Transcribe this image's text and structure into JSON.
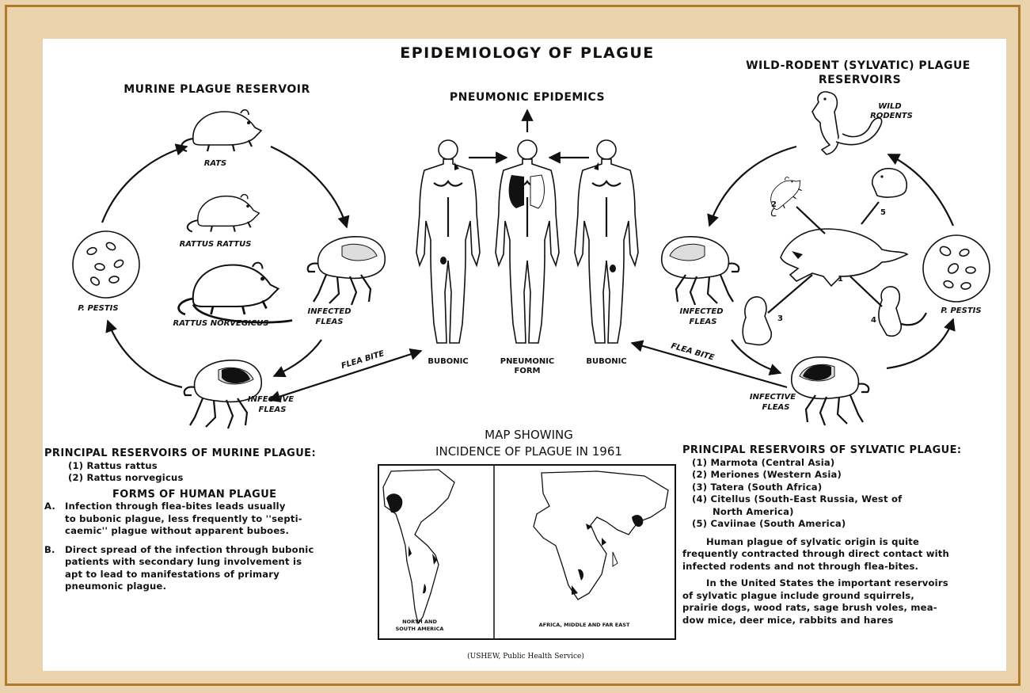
{
  "title": "EPIDEMIOLOGY OF PLAGUE",
  "left": {
    "heading": "MURINE PLAGUE RESERVOIR",
    "labels": {
      "rats": "RATS",
      "rattus_rattus": "RATTUS RATTUS",
      "rattus_norvegicus": "RATTUS NORVEGICUS",
      "p_pestis": "P. PESTIS",
      "infected_fleas": [
        "INFECTED",
        "FLEAS"
      ],
      "infective_fleas": [
        "INFECTIVE",
        "FLEAS"
      ],
      "flea_bite": "FLEA BITE"
    }
  },
  "center": {
    "heading": "PNEUMONIC EPIDEMICS",
    "figures": [
      "BUBONIC",
      "PNEUMONIC FORM",
      "BUBONIC"
    ],
    "figure_lines": [
      [
        "BUBONIC"
      ],
      [
        "PNEUMONIC",
        "FORM"
      ],
      [
        "BUBONIC"
      ]
    ]
  },
  "right": {
    "heading": [
      "WILD-RODENT (SYLVATIC) PLAGUE",
      "RESERVOIRS"
    ],
    "labels": {
      "wild_rodents": [
        "WILD",
        "RODENTS"
      ],
      "p_pestis": "P. PESTIS",
      "infected_fleas": [
        "INFECTED",
        "FLEAS"
      ],
      "infective_fleas": [
        "INFECTIVE",
        "FLEAS"
      ],
      "flea_bite": "FLEA BITE",
      "numbers": [
        "1",
        "2",
        "3",
        "4",
        "5"
      ]
    }
  },
  "murine_text": {
    "heading": "PRINCIPAL RESERVOIRS OF MURINE PLAGUE:",
    "reservoirs": [
      "(1) Rattus rattus",
      "(2) Rattus norvegicus"
    ],
    "forms_heading": "FORMS OF HUMAN PLAGUE",
    "form_a_letter": "A.",
    "form_a_lines": [
      "Infection through flea-bites leads usually",
      "to bubonic plague, less frequently to ''septi-",
      "caemic'' plague without apparent buboes."
    ],
    "form_b_letter": "B.",
    "form_b_lines": [
      "Direct spread of the infection through bubonic",
      "patients with secondary lung involvement is",
      "apt to lead to manifestations of primary",
      "pneumonic plague."
    ]
  },
  "map": {
    "title_lines": [
      "MAP SHOWING",
      "INCIDENCE OF PLAGUE IN 1961"
    ],
    "left_label": [
      "NORTH AND",
      "SOUTH AMERICA"
    ],
    "right_label": "AFRICA, MIDDLE AND FAR EAST",
    "caption": "(USHEW, Public Health Service)"
  },
  "sylvatic_text": {
    "heading": "PRINCIPAL RESERVOIRS OF SYLVATIC PLAGUE:",
    "reservoirs": [
      "(1) Marmota (Central Asia)",
      "(2) Meriones (Western Asia)",
      "(3) Tatera (South Africa)",
      "(4) Citellus (South-East Russia, West of",
      "North America)",
      "(5) Caviinae (South America)"
    ],
    "para1": [
      "Human plague of sylvatic origin is quite",
      "frequently contracted through direct contact with",
      "infected rodents and not through flea-bites."
    ],
    "para2": [
      "In the United States the important reservoirs",
      "of sylvatic plague include ground squirrels,",
      "prairie dogs, wood rats, sage brush voles, mea-",
      "dow mice, deer mice, rabbits and hares"
    ]
  },
  "colors": {
    "frame_border": "#b07a2a",
    "background": "#e9d2ac",
    "panel": "#ffffff",
    "ink": "#111111"
  }
}
